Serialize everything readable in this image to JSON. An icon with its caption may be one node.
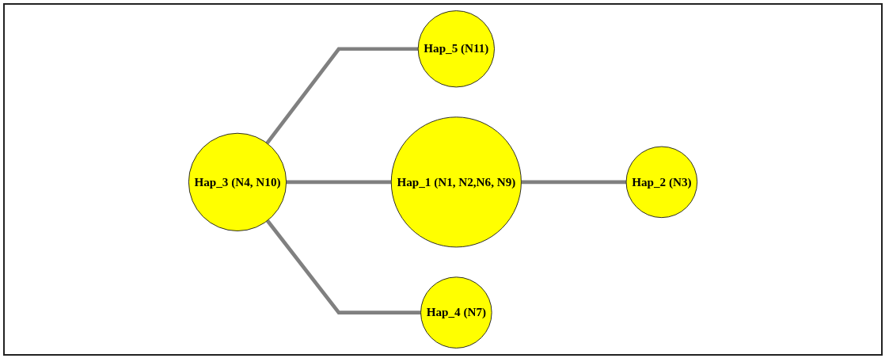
{
  "diagram": {
    "nodes": [
      {
        "text": [
          "Hap_5 (N11)"
        ]
      },
      {
        "text": [
          "Hap_3 (N4, N10)"
        ]
      },
      {
        "text": [
          "Hap_1 (N1, N2,N6, N9)"
        ]
      },
      {
        "text": [
          "Hap_2 (N3)"
        ]
      },
      {
        "text": [
          "Hap_4 (N7)"
        ]
      }
    ],
    "edges": [
      {
        "from": 1,
        "to": 0,
        "arrow": "none"
      },
      {
        "from": 1,
        "to": 2,
        "arrow": "none"
      },
      {
        "from": 2,
        "to": 3,
        "arrow": "none"
      },
      {
        "from": 1,
        "to": 4,
        "arrow": "none"
      }
    ]
  }
}
